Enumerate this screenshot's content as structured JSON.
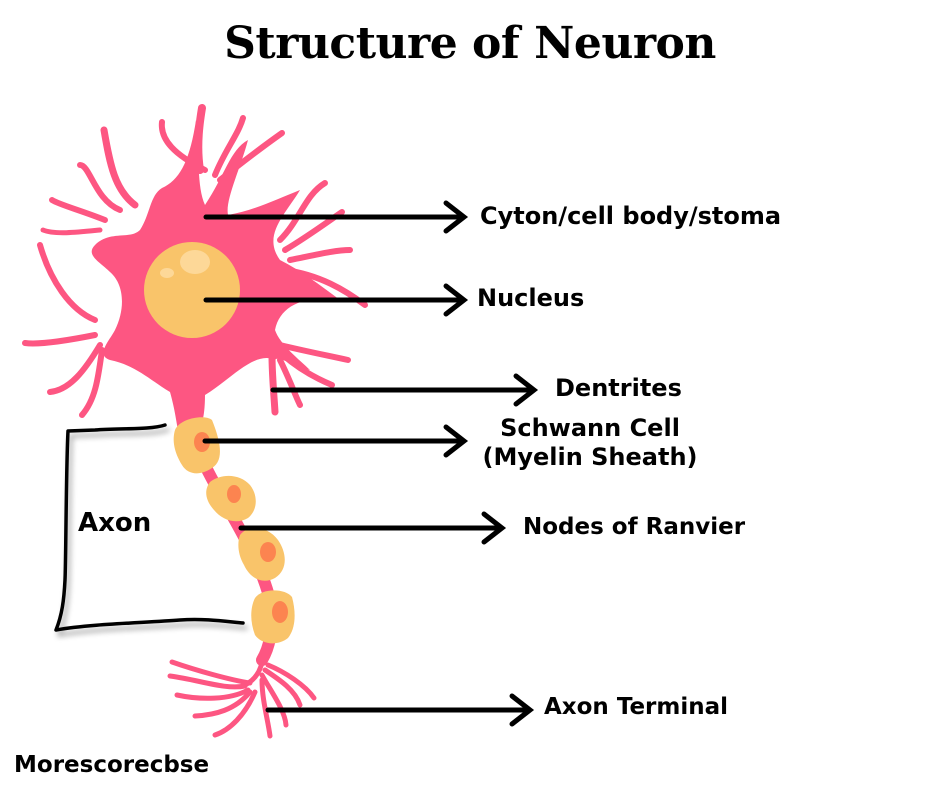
{
  "title": "Structure of Neuron",
  "labels": {
    "cyton": "Cyton/cell body/stoma",
    "nucleus": "Nucleus",
    "dendrites": "Dentrites",
    "schwann_line1": "Schwann Cell",
    "schwann_line2": "(Myelin Sheath)",
    "nodes": "Nodes of Ranvier",
    "axon_terminal": "Axon Terminal",
    "axon": "Axon"
  },
  "watermark": "Morescorecbse",
  "colors": {
    "neuron_body": "#fd5682",
    "nucleus": "#f9c46a",
    "nucleus_highlight": "#fdd898",
    "schwann_cell": "#f9c46a",
    "schwann_nucleus": "#fc8450",
    "arrow": "#000000",
    "text": "#000000"
  }
}
